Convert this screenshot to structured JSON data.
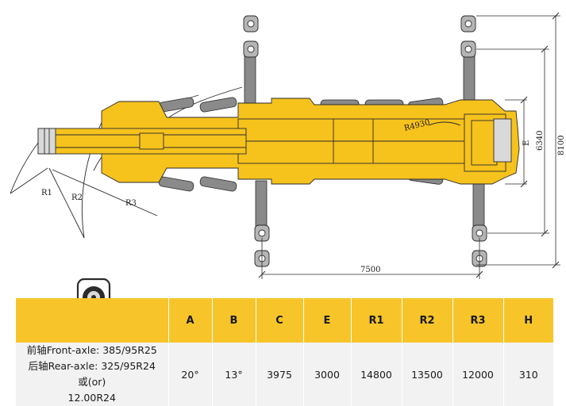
{
  "drawing": {
    "radius_labels": [
      "R1",
      "R2",
      "R3"
    ],
    "curve_label": "R4930",
    "dim_width_outrigger": "7500",
    "dim_length_outer": "8100",
    "dim_length_inner": "6340",
    "dim_e": "E"
  },
  "table": {
    "headers": [
      "A",
      "B",
      "C",
      "E",
      "R1",
      "R2",
      "R3",
      "H"
    ],
    "tire_lines": [
      "前轴Front-axle: 385/95R25",
      "后轴Rear-axle: 325/95R24",
      "或(or)",
      "12.00R24"
    ],
    "values": [
      "20°",
      "13°",
      "3975",
      "3000",
      "14800",
      "13500",
      "12000",
      "310"
    ]
  },
  "colors": {
    "header_bg": "#f7c52a",
    "row_bg": "#f2f2f2",
    "crane_yellow": "#f6c21c",
    "tire_gray": "#8a8a8a",
    "outline": "#2b2b2b"
  },
  "icons": {
    "tire": "tire-icon"
  }
}
